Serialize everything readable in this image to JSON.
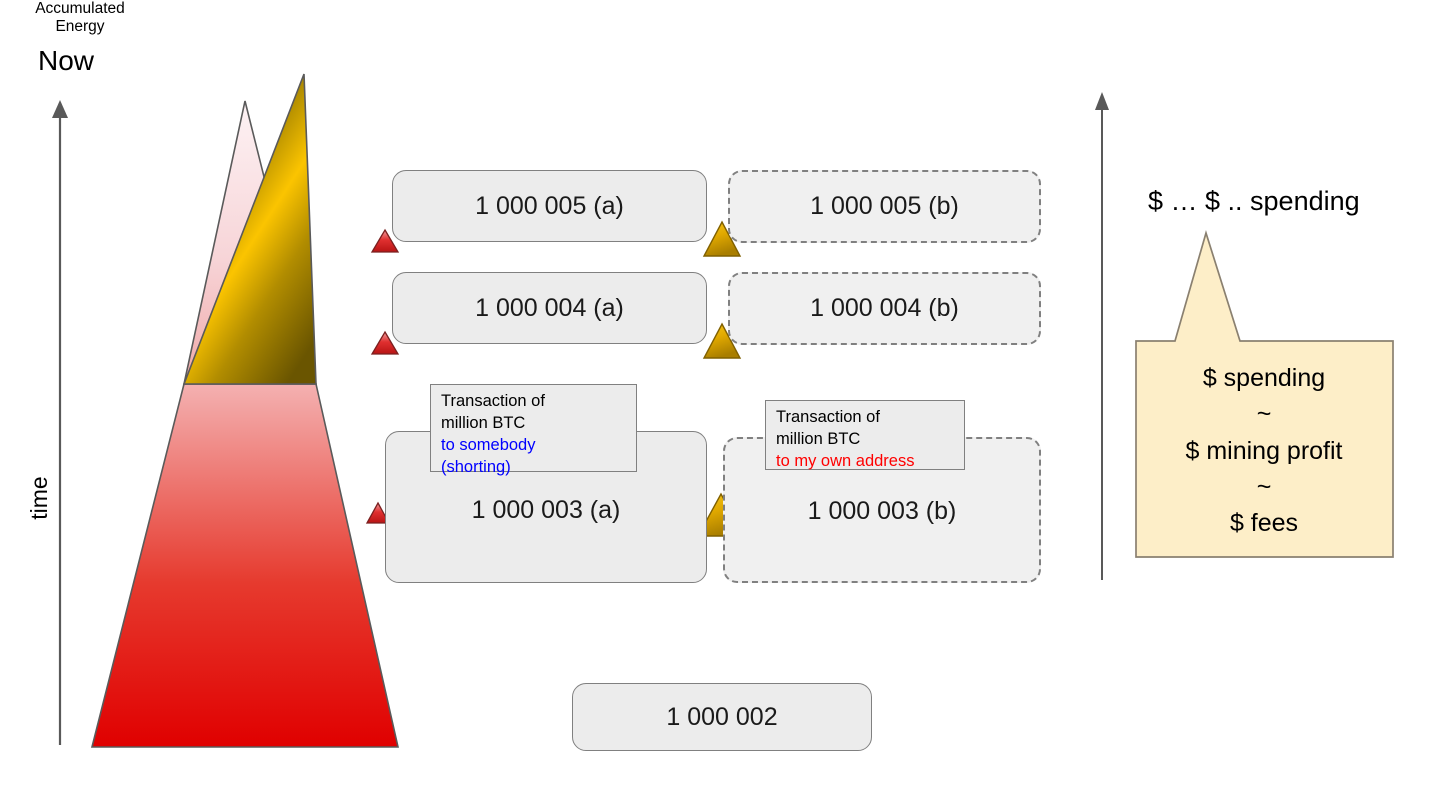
{
  "axes": {
    "now_label": "Now",
    "time_label": "time",
    "time_arrow_icon": "up-arrow-icon",
    "money_arrow_icon": "up-arrow-icon"
  },
  "energy_pyramid": {
    "label": "Accumulated\nEnergy",
    "label_line1": "Accumulated",
    "label_line2": "Energy",
    "base_color": "#e00000",
    "mid_color": "#f09090",
    "pale_color": "#fbe6e9",
    "gold_color": "#f5bc00",
    "gold_dark": "#7e6400"
  },
  "chain_a": {
    "style": "solid",
    "marker_icon": "red-triangle-marker",
    "marker_color": "#d42828",
    "blocks": [
      {
        "label": "1 000 005 (a)"
      },
      {
        "label": "1 000 004 (a)"
      },
      {
        "label": "1 000 003 (a)"
      }
    ],
    "transaction_note": {
      "line1": "Transaction of",
      "line2": "million BTC",
      "line3": "to somebody",
      "line4": "(shorting)",
      "highlight_color": "#0000ff"
    }
  },
  "chain_b": {
    "style": "dashed",
    "marker_icon": "gold-triangle-marker",
    "marker_color": "#e0a800",
    "blocks": [
      {
        "label": "1 000 005 (b)"
      },
      {
        "label": "1 000 004 (b)"
      },
      {
        "label": "1 000 003 (b)"
      }
    ],
    "transaction_note": {
      "line1": "Transaction of",
      "line2": "million BTC",
      "line3": "to my own address",
      "highlight_color": "#ff0000"
    }
  },
  "common_block": {
    "label": "1 000 002"
  },
  "economics": {
    "heading": "$ … $ .. spending",
    "line1": "$ spending",
    "sep1": "~",
    "line2": "$ mining profit",
    "sep2": "~",
    "line3": "$ fees",
    "fill_color": "#fdeec8",
    "stroke_color": "#8a8070"
  }
}
